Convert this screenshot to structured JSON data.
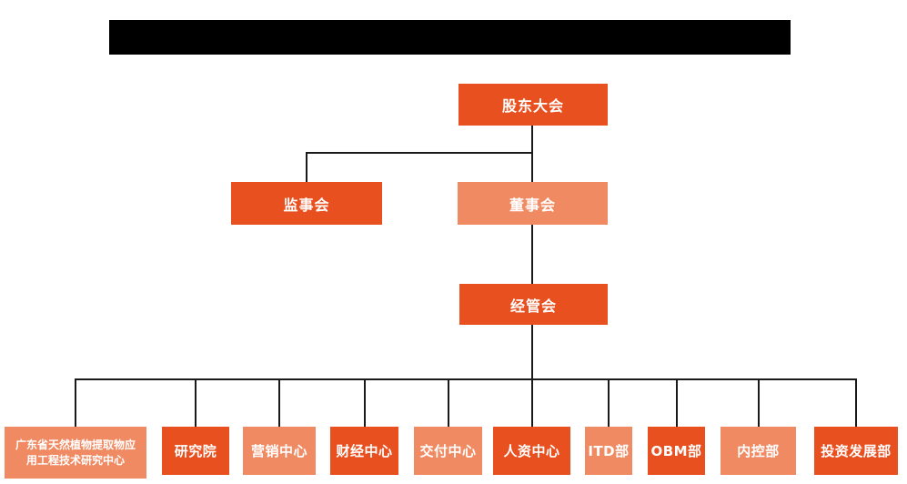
{
  "colors": {
    "primary_dark": "#E8501F",
    "primary_light": "#F08A62",
    "connector_line": "#1a1a1a",
    "redacted_bar": "#000000",
    "background": "#FFFFFF",
    "node_text": "#FFFFFF"
  },
  "org": {
    "level1": {
      "label": "股东大会",
      "variant": "dark"
    },
    "level2": [
      {
        "label": "监事会",
        "variant": "dark"
      },
      {
        "label": "董事会",
        "variant": "light"
      }
    ],
    "level3": {
      "label": "经管会",
      "variant": "dark"
    },
    "level4": [
      {
        "label": "广东省天然植物提取物应\n用工程技术研究中心",
        "variant": "light"
      },
      {
        "label": "研究院",
        "variant": "dark"
      },
      {
        "label": "营销中心",
        "variant": "light"
      },
      {
        "label": "财经中心",
        "variant": "dark"
      },
      {
        "label": "交付中心",
        "variant": "light"
      },
      {
        "label": "人资中心",
        "variant": "dark"
      },
      {
        "label": "ITD部",
        "variant": "light"
      },
      {
        "label": "OBM部",
        "variant": "dark"
      },
      {
        "label": "内控部",
        "variant": "light"
      },
      {
        "label": "投资发展部",
        "variant": "dark"
      }
    ]
  }
}
